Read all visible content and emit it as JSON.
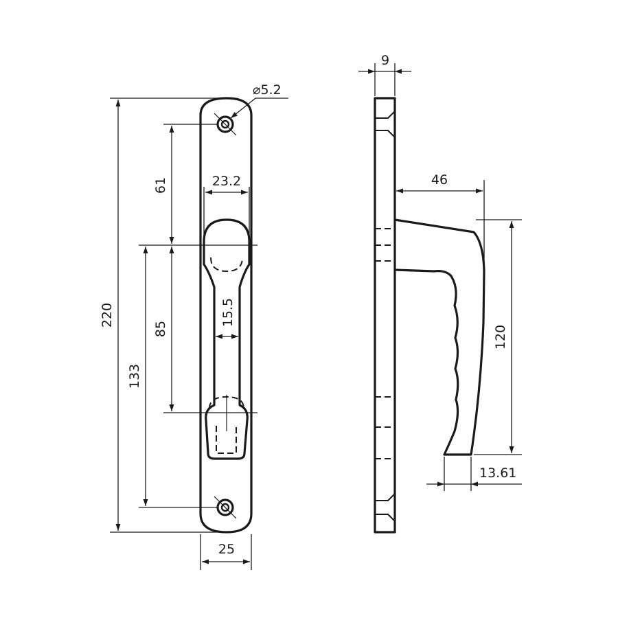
{
  "dimensions": {
    "overall_height": "220",
    "hole_spacing": "133",
    "offset_85": "85",
    "offset_61": "61",
    "handle_base_width": "23.2",
    "handle_grip_width": "15.5",
    "plate_width": "25",
    "hole_diameter": "⌀5.2",
    "plate_thickness": "9",
    "handle_projection": "46",
    "handle_length": "120",
    "tip_width": "13.61"
  }
}
